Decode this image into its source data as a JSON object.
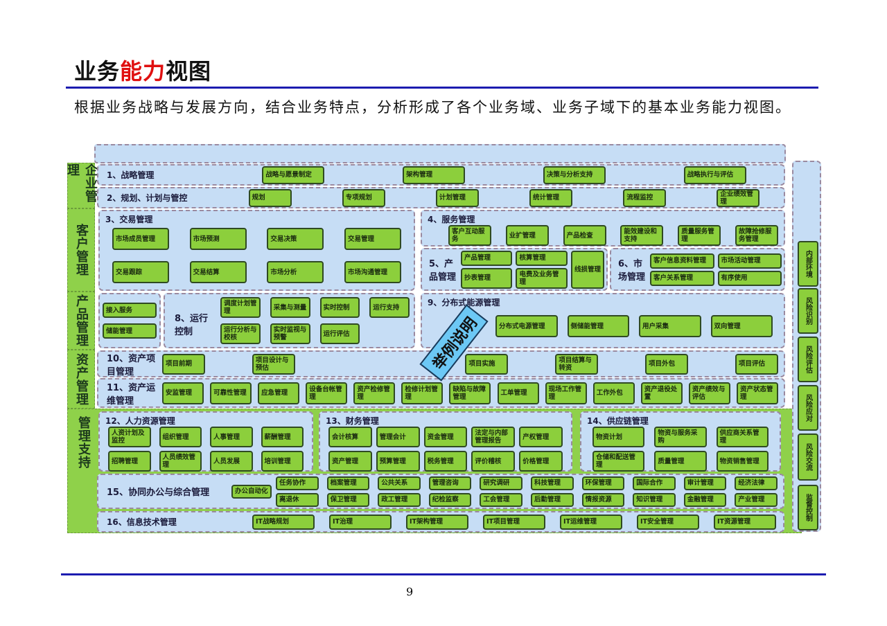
{
  "title": {
    "pre": "业务",
    "highlight": "能力",
    "post": "视图"
  },
  "intro": "根据业务战略与发展方向，结合业务特点，分析形成了各个业务域、业务子域下的基本业务能力视图。",
  "categories": [
    "企业管理",
    "客户管理",
    "产品管理",
    "资产管理",
    "管理支持"
  ],
  "sections": [
    {
      "id": "r1",
      "title": "1、战略管理",
      "items": [
        "战略与愿景制定",
        "架构管理",
        "决策与分析支持",
        "战略执行与评估"
      ]
    },
    {
      "id": "r2",
      "title": "2、规划、计划与管控",
      "items": [
        "规划",
        "专项规划",
        "计划管理",
        "统计管理",
        "流程监控",
        "企业绩效管理"
      ]
    },
    {
      "id": "r3",
      "title": "3、交易管理",
      "items": [
        "市场成员管理",
        "市场预测",
        "交易决策",
        "交易管理",
        "交易跟踪",
        "交易结算",
        "市场分析",
        "市场沟通管理"
      ]
    },
    {
      "id": "r4",
      "title": "4、服务管理",
      "items": [
        "客户互动服务",
        "业扩管理",
        "产品检查",
        "能效建设和支持",
        "质量服务管理",
        "故障抢修服务管理"
      ]
    },
    {
      "id": "r5",
      "title": "5、产品管理",
      "items": [
        "产品管理",
        "核算管理",
        "线损管理",
        "抄表管理",
        "电费及业务管理"
      ]
    },
    {
      "id": "r6",
      "title": "6、市场管理",
      "items": [
        "客户信息资料管理",
        "市场活动管理",
        "客户关系管理",
        "有序使用"
      ]
    },
    {
      "id": "r7",
      "title": "7、",
      "items": [
        "接入服务",
        "储能管理"
      ]
    },
    {
      "id": "r8",
      "title": "8、运行控制",
      "items": [
        "调度计划管理",
        "采集与测量",
        "实时控制",
        "运行支持",
        "运行分析与校核",
        "实时监视与预警",
        "运行评估"
      ]
    },
    {
      "id": "r9",
      "title": "9、分布式能源管理",
      "items": [
        "分布式电源管理",
        "侧储能管理",
        "用户采集",
        "双向管理"
      ]
    },
    {
      "id": "r10",
      "title": "10、资产项目管理",
      "items": [
        "项目前期",
        "项目设计与预估",
        "项目实施",
        "项目结算与转资",
        "项目外包",
        "项目评估"
      ]
    },
    {
      "id": "r11",
      "title": "11、资产运维管理",
      "items": [
        "安监管理",
        "可靠性管理",
        "应急管理",
        "设备台帐管理",
        "资产检修管理",
        "检修计划管理",
        "缺陷与故障管理",
        "工单管理",
        "现场工作管理",
        "工作外包",
        "资产退役处置",
        "资产绩效与评估",
        "资产状态管理"
      ]
    },
    {
      "id": "r12",
      "title": "12、人力资源管理",
      "items": [
        "人资计划及监控",
        "组织管理",
        "人事管理",
        "薪酬管理",
        "招聘管理",
        "人员绩效管理",
        "人员发展",
        "培训管理"
      ]
    },
    {
      "id": "r13",
      "title": "13、财务管理",
      "items": [
        "会计核算",
        "管理会计",
        "资金管理",
        "法定与内部管理报告",
        "产权管理",
        "资产管理",
        "预算管理",
        "税务管理",
        "评价稽核",
        "价格管理"
      ]
    },
    {
      "id": "r14",
      "title": "14、供应链管理",
      "items": [
        "物资计划",
        "物资与服务采购",
        "供应商关系管理",
        "仓储和配送管理",
        "质量管理",
        "物资销售管理"
      ]
    },
    {
      "id": "r15",
      "title": "15、协同办公与综合管理",
      "lead": "办公自动化",
      "items": [
        "任务协作",
        "档案管理",
        "公共关系",
        "管理咨询",
        "研究调研",
        "科技管理",
        "环保管理",
        "国际合作",
        "审计管理",
        "经济法律",
        "离退休",
        "保卫管理",
        "政工管理",
        "纪检监察",
        "工会管理",
        "后勤管理",
        "情报资源",
        "知识管理",
        "金融管理",
        "产业管理"
      ]
    },
    {
      "id": "r16",
      "title": "16、信息技术管理",
      "items": [
        "IT战略规划",
        "IT治理",
        "IT架构管理",
        "IT项目管理",
        "IT运维管理",
        "IT安全管理",
        "IT资源管理"
      ]
    }
  ],
  "risk_column": [
    "内部环境",
    "风险识别",
    "风险评估",
    "风险应对",
    "风险交流",
    "监督控制"
  ],
  "banner": "举例说明",
  "page_number": "9",
  "colors": {
    "title_accent": "#e01010",
    "rule": "#1c1cb0",
    "panel": "#c6ddf5",
    "capability_box": "#8ccf3c",
    "category": "#8fd14a",
    "banner": "#6cc8f5"
  }
}
